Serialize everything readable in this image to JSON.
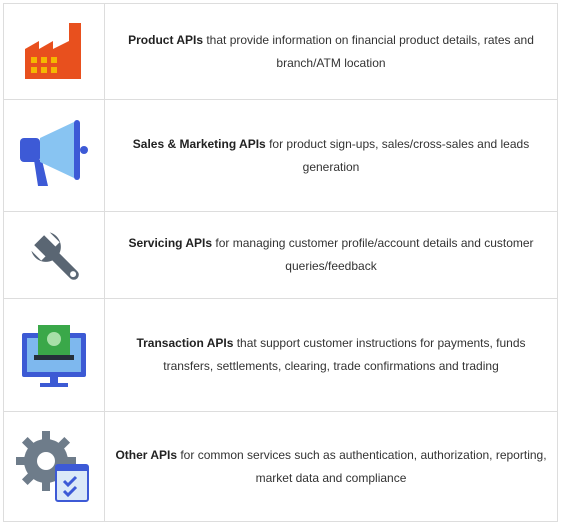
{
  "rows": [
    {
      "icon": "factory-icon",
      "title": "Product APIs",
      "desc": " that provide information on financial product details, rates and branch/ATM location"
    },
    {
      "icon": "megaphone-icon",
      "title": "Sales & Marketing APIs",
      "desc": " for product sign-ups, sales/cross-sales and leads generation"
    },
    {
      "icon": "wrench-icon",
      "title": "Servicing APIs",
      "desc": " for managing customer profile/account details and customer queries/feedback"
    },
    {
      "icon": "monitor-cash-icon",
      "title": "Transaction APIs",
      "desc": " that support customer instructions for payments, funds transfers, settlements, clearing, trade confirmations and trading"
    },
    {
      "icon": "gear-checklist-icon",
      "title": "Other APIs",
      "desc": " for common services such as authentication, authorization, reporting, market data and compliance"
    }
  ],
  "colors": {
    "factory": "#e8501e",
    "factory_windows": "#f5b700",
    "megaphone_blue": "#3d5ad6",
    "megaphone_light": "#88c4f2",
    "wrench": "#5a6673",
    "monitor_frame": "#3c5ad4",
    "monitor_screen": "#7eb8ee",
    "cash_green": "#3aa849",
    "gear": "#6e7c8a",
    "checklist_blue": "#3d5ad6"
  }
}
